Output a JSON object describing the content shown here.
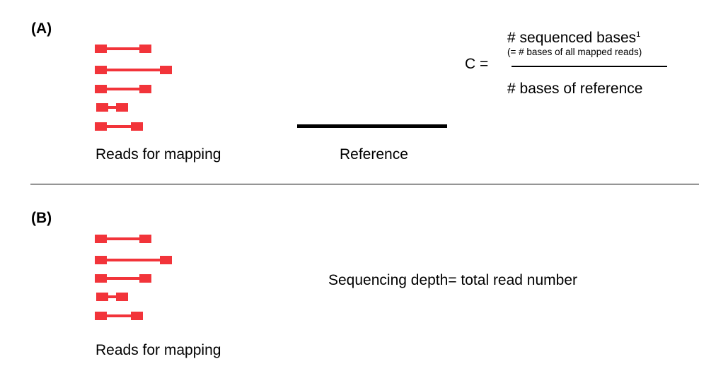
{
  "colors": {
    "read": "#f2343a",
    "reference": "#000000",
    "divider": "#000000"
  },
  "panel_a": {
    "label": "(A)",
    "reads_caption": "Reads for mapping",
    "reference_caption": "Reference",
    "formula": {
      "lhs": "C =",
      "numerator": "# sequenced bases",
      "numerator_footnote": "1",
      "numerator_note": "(= # bases of all mapped reads)",
      "denominator": "# bases of reference"
    }
  },
  "panel_b": {
    "label": "(B)",
    "reads_caption": "Reads for mapping",
    "text": "Sequencing depth= total read number"
  }
}
